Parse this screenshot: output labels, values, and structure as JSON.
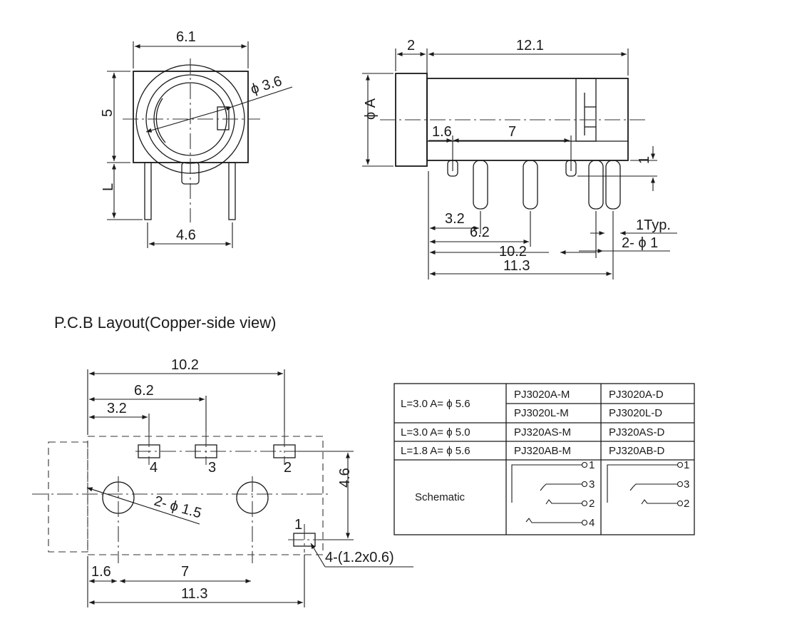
{
  "front_view": {
    "width": "6.1",
    "height": "5",
    "diameter": "ϕ 3.6",
    "pin_length": "L",
    "pin_spacing": "4.6"
  },
  "side_view": {
    "flange": "2",
    "length": "12.1",
    "diameter": "ϕ A",
    "d_1_6": "1.6",
    "d_7": "7",
    "d_1": "1",
    "d_3_2": "3.2",
    "d_6_2": "6.2",
    "d_10_2": "10.2",
    "d_11_3": "11.3",
    "d_typ": "1Typ.",
    "d_holes": "2- ϕ 1"
  },
  "pcb": {
    "title": "P.C.B Layout(Copper-side  view)",
    "d_10_2": "10.2",
    "d_6_2": "6.2",
    "d_3_2": "3.2",
    "d_4_6": "4.6",
    "d_holes": "2- ϕ 1.5",
    "pad_size": "4-(1.2x0.6)",
    "d_1_6": "1.6",
    "d_7": "7",
    "d_11_3": "11.3",
    "pin_labels": [
      "4",
      "3",
      "2",
      "1"
    ]
  },
  "table": {
    "rows": [
      {
        "spec": "L=3.0  A= ϕ 5.6",
        "m": "PJ3020A-M",
        "d": "PJ3020A-D"
      },
      {
        "spec": "",
        "m": "PJ3020L-M",
        "d": "PJ3020L-D"
      },
      {
        "spec": "L=3.0  A= ϕ 5.0",
        "m": "PJ320AS-M",
        "d": "PJ320AS-D"
      },
      {
        "spec": "L=1.8  A= ϕ 5.6",
        "m": "PJ320AB-M",
        "d": "PJ320AB-D"
      }
    ],
    "schematic_label": "Schematic",
    "schematic_m_pins": [
      "1",
      "3",
      "2",
      "4"
    ],
    "schematic_d_pins": [
      "1",
      "3",
      "2"
    ]
  }
}
